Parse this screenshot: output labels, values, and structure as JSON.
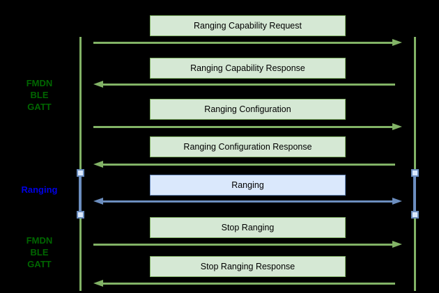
{
  "diagram": {
    "kind": "sequence-diagram",
    "description": "FMDN BLE GATT ranging message flow between two lifelines"
  },
  "left_labels": {
    "gatt_top": {
      "lines": [
        "FMDN",
        "BLE",
        "GATT"
      ]
    },
    "ranging": {
      "text": "Ranging"
    },
    "gatt_bottom": {
      "lines": [
        "FMDN",
        "BLE",
        "GATT"
      ]
    }
  },
  "messages": [
    {
      "label": "Ranging Capability Request",
      "direction": "right",
      "style": "green"
    },
    {
      "label": "Ranging Capability Response",
      "direction": "left",
      "style": "green"
    },
    {
      "label": "Ranging Configuration",
      "direction": "right",
      "style": "green"
    },
    {
      "label": "Ranging Configuration Response",
      "direction": "left",
      "style": "green"
    },
    {
      "label": "Ranging",
      "direction": "both",
      "style": "blue"
    },
    {
      "label": "Stop Ranging",
      "direction": "right",
      "style": "green"
    },
    {
      "label": "Stop Ranging Response",
      "direction": "left",
      "style": "green"
    }
  ],
  "colors": {
    "background": "#000000",
    "green-stroke": "#82b366",
    "green-fill": "#d5e8d4",
    "blue-stroke": "#6c8ebf",
    "blue-fill": "#dae8fc",
    "green-text": "#006600",
    "blue-text": "#0000e6",
    "box-text": "#000000"
  }
}
